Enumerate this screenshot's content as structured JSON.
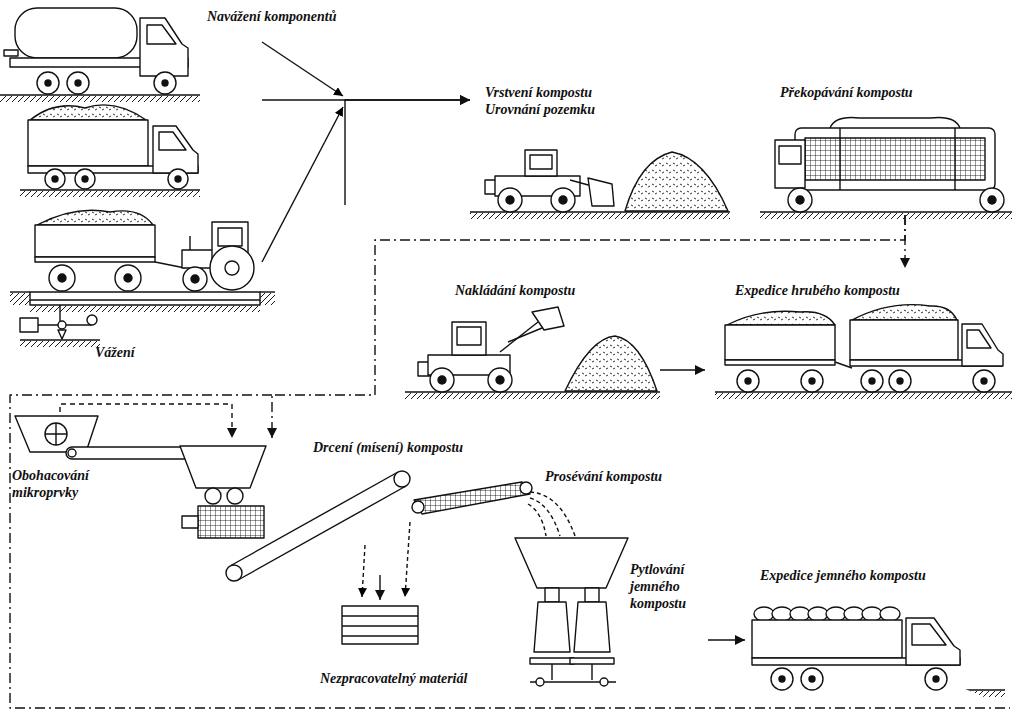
{
  "diagram": {
    "nodes": [
      {
        "text": [
          "Navážení komponentů"
        ]
      },
      {
        "text": [
          "Vážení"
        ]
      },
      {
        "text": [
          "Vrstvení kompostu",
          "Urovnání pozemku"
        ]
      },
      {
        "text": [
          "Překopávání kompostu"
        ]
      },
      {
        "text": [
          "Nakládání kompostu"
        ]
      },
      {
        "text": [
          "Expedice hrubého kompostu"
        ]
      },
      {
        "text": [
          "Obohacování mikroprvky"
        ]
      },
      {
        "text": [
          "Drcení (mísení) kompostu"
        ]
      },
      {
        "text": [
          "Prosévání kompostu"
        ]
      },
      {
        "text": [
          "Nezpracovatelný materiál"
        ]
      },
      {
        "text": [
          "Pytlování jemného kompostu"
        ]
      },
      {
        "text": [
          "Expedice jemného kompostu"
        ]
      }
    ],
    "edges": [
      {
        "from": 0,
        "to": 2,
        "arrow": "to"
      },
      {
        "from": 1,
        "to": 2,
        "arrow": "to"
      },
      {
        "from": 3,
        "to": 5,
        "arrow": "to"
      },
      {
        "from": 3,
        "to": 7,
        "arrow": "to"
      },
      {
        "from": 4,
        "to": 5,
        "arrow": "to"
      },
      {
        "from": 6,
        "to": 7,
        "arrow": "to"
      },
      {
        "from": 7,
        "to": 9,
        "arrow": "to"
      },
      {
        "from": 10,
        "to": 11,
        "arrow": "to"
      }
    ]
  }
}
